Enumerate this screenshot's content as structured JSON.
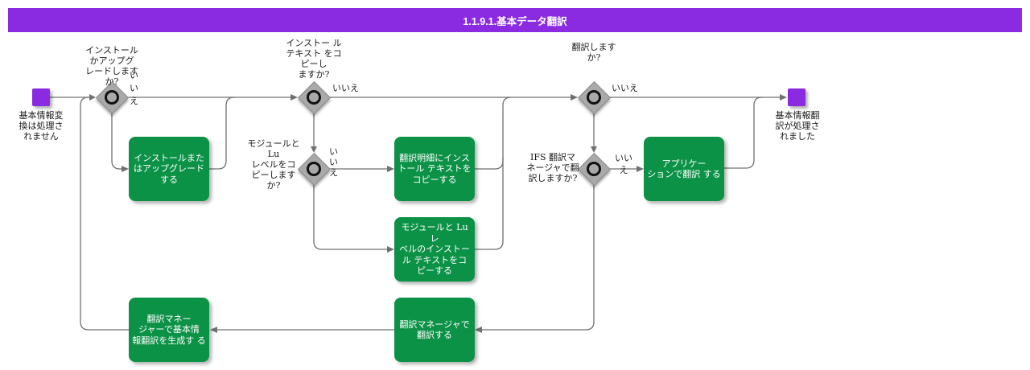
{
  "title": "1.1.9.1.基本データ翻訳",
  "colors": {
    "purple": "#8A2BE2",
    "green": "#0C9247",
    "line": "#707070",
    "diamond": "#A9A9A9",
    "circle": "#111111",
    "label_text": "#1a1a1a",
    "box_text": "#ffffff",
    "background": "#ffffff"
  },
  "events": {
    "start": {
      "label_lines": [
        "基本情報変",
        "換は処理さ",
        "れません"
      ]
    },
    "end": {
      "label_lines": [
        "基本情報翻",
        "訳が処理さ",
        "れました"
      ]
    }
  },
  "decisions": {
    "d1": {
      "question_lines": [
        "インストール",
        "かアップグ",
        "レードします",
        "か?"
      ],
      "no_lines": [
        "い",
        "い",
        "え"
      ]
    },
    "d2": {
      "question_lines": [
        "インストー ル",
        "テキスト をコ",
        "ピーし",
        "ますか?"
      ],
      "no_label": "いいえ"
    },
    "d3": {
      "question_lines": [
        "モジュールと",
        "Lu",
        "レベルをコ",
        "ピーします",
        "か?"
      ],
      "no_lines": [
        "い",
        "い",
        "え"
      ]
    },
    "d4": {
      "question_lines": [
        "翻訳します",
        "か?"
      ],
      "no_label": "いいえ"
    },
    "d5": {
      "question_lines": [
        "IFS 翻訳マ",
        "ネージャで翻",
        "訳しますか?"
      ],
      "no_lines": [
        "いい",
        "え"
      ]
    }
  },
  "processes": {
    "b1": {
      "lines": [
        "インストールまた",
        "はアップグレード",
        "する"
      ]
    },
    "b2": {
      "lines": [
        "翻訳明細にインス",
        "トール テキストを",
        "コピーする"
      ]
    },
    "b3": {
      "lines": [
        "モジュールと Lu",
        "レ",
        "ベルのインストー",
        "ル テキストをコ",
        "ピーする"
      ]
    },
    "b4": {
      "lines": [
        "アプリケー",
        "ションで翻訳 する"
      ]
    },
    "b5": {
      "lines": [
        "翻訳マネージャで",
        "翻訳する"
      ]
    },
    "b6": {
      "lines": [
        "翻訳マネー",
        "ジャーで基本情",
        "報翻訳を生成す る"
      ]
    }
  }
}
